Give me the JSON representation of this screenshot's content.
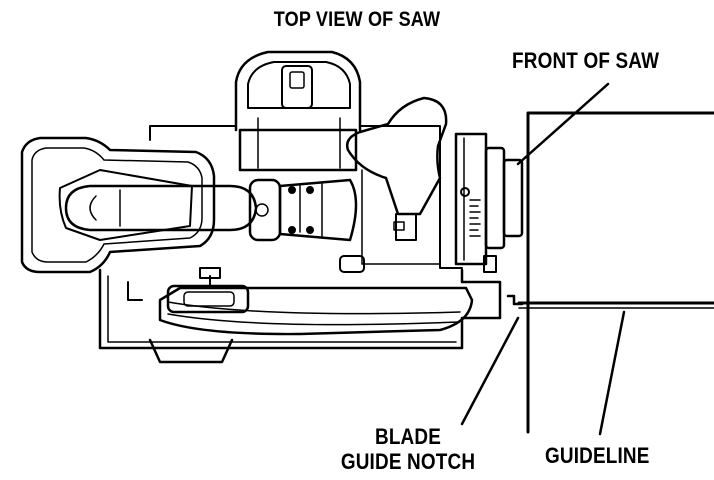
{
  "title": "TOP VIEW OF SAW",
  "labels": {
    "front_of_saw": "FRONT OF SAW",
    "blade_guide_notch_line1": "BLADE",
    "blade_guide_notch_line2": "GUIDE NOTCH",
    "guideline": "GUIDELINE"
  },
  "colors": {
    "ink": "#000000",
    "paper": "#ffffff"
  }
}
